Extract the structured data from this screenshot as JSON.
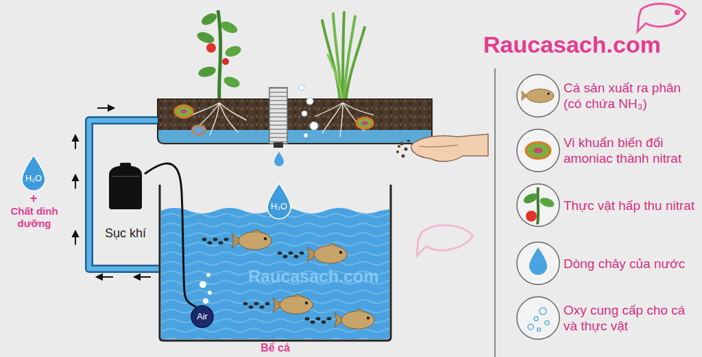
{
  "diagram": {
    "nodes": [
      {
        "text": [
          "Bể cá"
        ]
      },
      {
        "text": [
          "Air"
        ],
        "in": 0
      },
      {
        "text": [
          "H₂O"
        ]
      },
      {
        "text": [
          "Sục khí"
        ]
      },
      {
        "text": [
          "H₂O"
        ]
      }
    ],
    "edges": [
      {
        "from": 3,
        "to": 1,
        "arrow": "none"
      }
    ],
    "labels": [
      "Raucasach.com",
      "Raucasach.com",
      "+",
      "Chất dinh dưỡng"
    ],
    "legend": [
      {
        "text": "Cá sản xuất ra phân (có chứa NH₃)"
      },
      {
        "text": "Vi khuẩn biến đổi amoniac thành nitrat"
      },
      {
        "text": "Thực vật hấp thu nitrat"
      },
      {
        "text": "Dòng chảy của nước"
      },
      {
        "text": "Oxy cung cấp cho cá và thực vật"
      }
    ]
  }
}
